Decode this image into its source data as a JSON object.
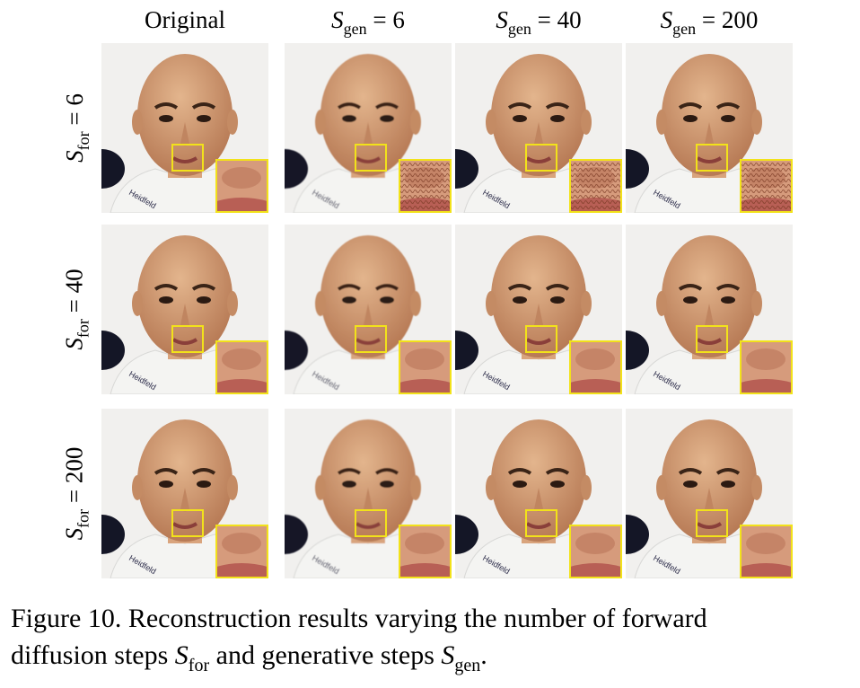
{
  "figure": {
    "column_headers": [
      {
        "text": "Original"
      },
      {
        "symbol": "S",
        "subscript": "gen",
        "rest": " = 6"
      },
      {
        "symbol": "S",
        "subscript": "gen",
        "rest": " = 40"
      },
      {
        "symbol": "S",
        "subscript": "gen",
        "rest": " = 200"
      }
    ],
    "row_labels": [
      {
        "symbol": "S",
        "subscript": "for",
        "rest": " = 6"
      },
      {
        "symbol": "S",
        "subscript": "for",
        "rest": " = 40"
      },
      {
        "symbol": "S",
        "subscript": "for",
        "rest": " = 200"
      }
    ],
    "caption": {
      "part1": "Figure 10. Reconstruction results varying the number of forward",
      "part2": "diffusion steps ",
      "sym1": "S",
      "sub1": "for",
      "part3": " and generative steps ",
      "sym2": "S",
      "sub2": "gen",
      "part4": "."
    },
    "zoom_box_color": "#f2e21a",
    "background_color": "#f1f0ee",
    "skin_color": "#d9a47d",
    "shirt_color": "#f4f4f2",
    "shirt_text": "Heidfeld"
  }
}
